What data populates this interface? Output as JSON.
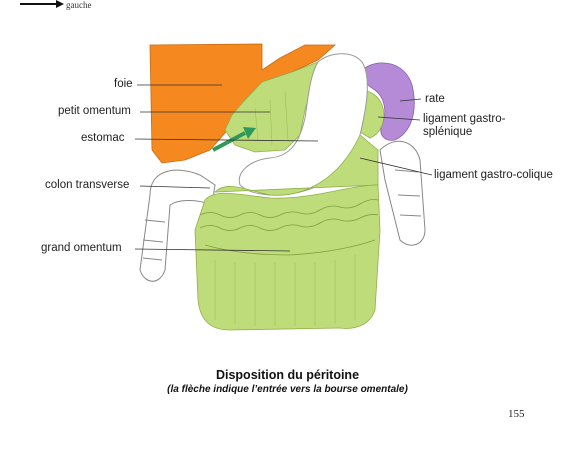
{
  "header": {
    "fragment": "gauche"
  },
  "labels": {
    "foie": "foie",
    "petit_omentum": "petit omentum",
    "estomac": "estomac",
    "colon_transverse": "colon transverse",
    "grand_omentum": "grand omentum",
    "rate": "rate",
    "ligament_gastro_splenique_1": "ligament gastro-",
    "ligament_gastro_splenique_2": "splénique",
    "ligament_gastro_colique": "ligament gastro-colique"
  },
  "caption": {
    "title": "Disposition du péritoine",
    "subtitle": "(la flèche indique l’entrée vers la bourse omentale)"
  },
  "page_number": "155",
  "colors": {
    "liver": "#f5891f",
    "omentum": "#bfdc7a",
    "spleen": "#b58ad6",
    "arrow": "#2e9a5a"
  }
}
